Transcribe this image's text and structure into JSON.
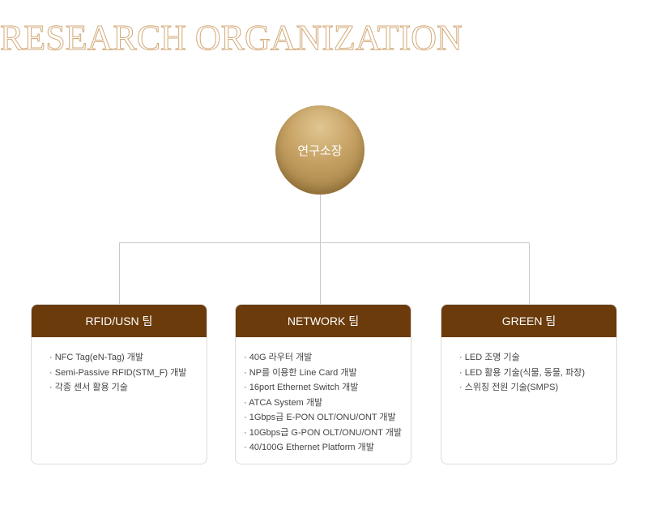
{
  "header": {
    "title": "RESEARCH ORGANIZATION"
  },
  "director": {
    "label": "연구소장"
  },
  "teams": [
    {
      "name": "RFID/USN 팀",
      "items": [
        "NFC Tag(eN-Tag) 개발",
        "Semi-Passive RFID(STM_F) 개발",
        "각종 센서 활용 기술"
      ]
    },
    {
      "name": "NETWORK 팀",
      "items": [
        "40G 라우터 개발",
        "NP를 이용한 Line Card  개발",
        "16port Ethernet Switch 개발",
        "ATCA System 개발",
        "1Gbps급 E-PON OLT/ONU/ONT 개발",
        "10Gbps급 G-PON OLT/ONU/ONT 개발",
        "40/100G Ethernet Platform 개발"
      ]
    },
    {
      "name": "GREEN 팀",
      "items": [
        "LED 조명 기술",
        "LED 활용 기술(식물, 동물, 파장)",
        "스위칭 전원 기술(SMPS)"
      ]
    }
  ],
  "colors": {
    "title_outline": "#d3aa78",
    "team_header": "#6b3b0c",
    "director_gold": "#b08a4f"
  }
}
